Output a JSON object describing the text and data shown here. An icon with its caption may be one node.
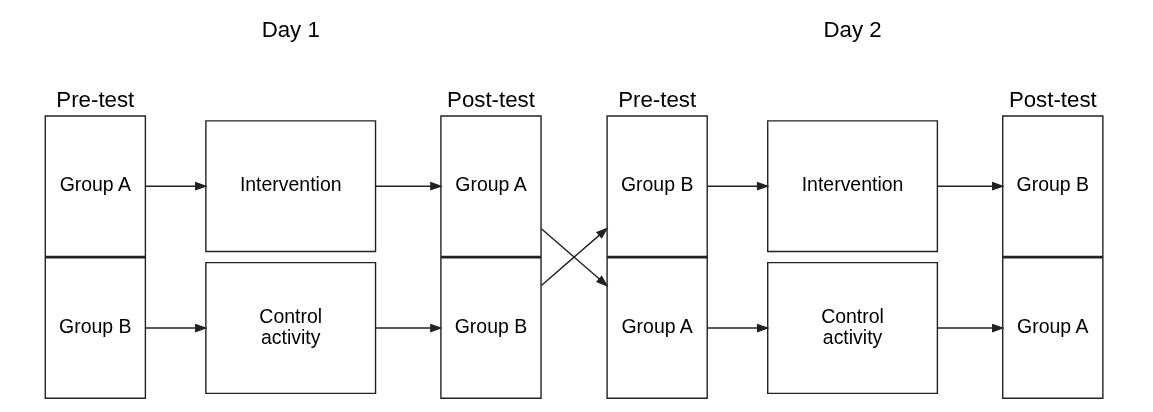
{
  "diagram": {
    "nodes": [
      {
        "text": [
          "Group A"
        ]
      },
      {
        "text": [
          "Group B"
        ]
      },
      {
        "text": [
          "Intervention"
        ]
      },
      {
        "text": [
          "Control activity"
        ]
      },
      {
        "text": [
          "Group A"
        ]
      },
      {
        "text": [
          "Group B"
        ]
      },
      {
        "text": [
          "Group B"
        ]
      },
      {
        "text": [
          "Group A"
        ]
      },
      {
        "text": [
          "Intervention"
        ]
      },
      {
        "text": [
          "Control activity"
        ]
      },
      {
        "text": [
          "Group B"
        ]
      },
      {
        "text": [
          "Group A"
        ]
      }
    ],
    "edges": [
      {
        "from": 0,
        "to": 2,
        "arrow": "to"
      },
      {
        "from": 2,
        "to": 4,
        "arrow": "to"
      },
      {
        "from": 1,
        "to": 3,
        "arrow": "to"
      },
      {
        "from": 3,
        "to": 5,
        "arrow": "to"
      },
      {
        "from": 4,
        "to": 7,
        "arrow": "to"
      },
      {
        "from": 5,
        "to": 6,
        "arrow": "to"
      },
      {
        "from": 6,
        "to": 8,
        "arrow": "to"
      },
      {
        "from": 8,
        "to": 10,
        "arrow": "to"
      },
      {
        "from": 7,
        "to": 9,
        "arrow": "to"
      },
      {
        "from": 9,
        "to": 11,
        "arrow": "to"
      }
    ],
    "labels": [
      "Day 1",
      "Day 2",
      "Pre-test",
      "Post-test",
      "Pre-test",
      "Post-test"
    ]
  }
}
